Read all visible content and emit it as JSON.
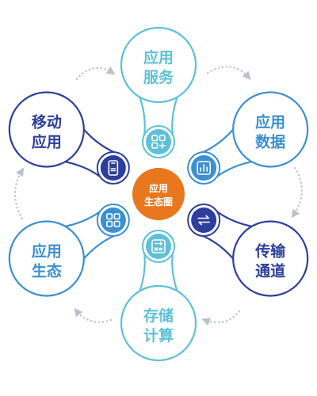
{
  "center": {
    "line1": "应用",
    "line2": "生态圈",
    "color": "#E8771E"
  },
  "nodes": [
    {
      "id": "app-service",
      "line1": "应用",
      "line2": "服务",
      "color": "#5CC1D9",
      "icon": "grid-plus-icon"
    },
    {
      "id": "app-data",
      "line1": "应用",
      "line2": "数据",
      "color": "#3C8FD0",
      "icon": "bar-chart-icon"
    },
    {
      "id": "transport",
      "line1": "传输",
      "line2": "通道",
      "color": "#2D3F9B",
      "icon": "swap-arrows-icon"
    },
    {
      "id": "storage-compute",
      "line1": "存储",
      "line2": "计算",
      "color": "#5CC1D9",
      "icon": "calculator-icon"
    },
    {
      "id": "app-ecology",
      "line1": "应用",
      "line2": "生态",
      "color": "#3C8FD0",
      "icon": "app-grid-icon"
    },
    {
      "id": "mobile-app",
      "line1": "移动",
      "line2": "应用",
      "color": "#2D3F9B",
      "icon": "phone-icon"
    }
  ],
  "colors": {
    "dots": "#b9c2cc"
  }
}
